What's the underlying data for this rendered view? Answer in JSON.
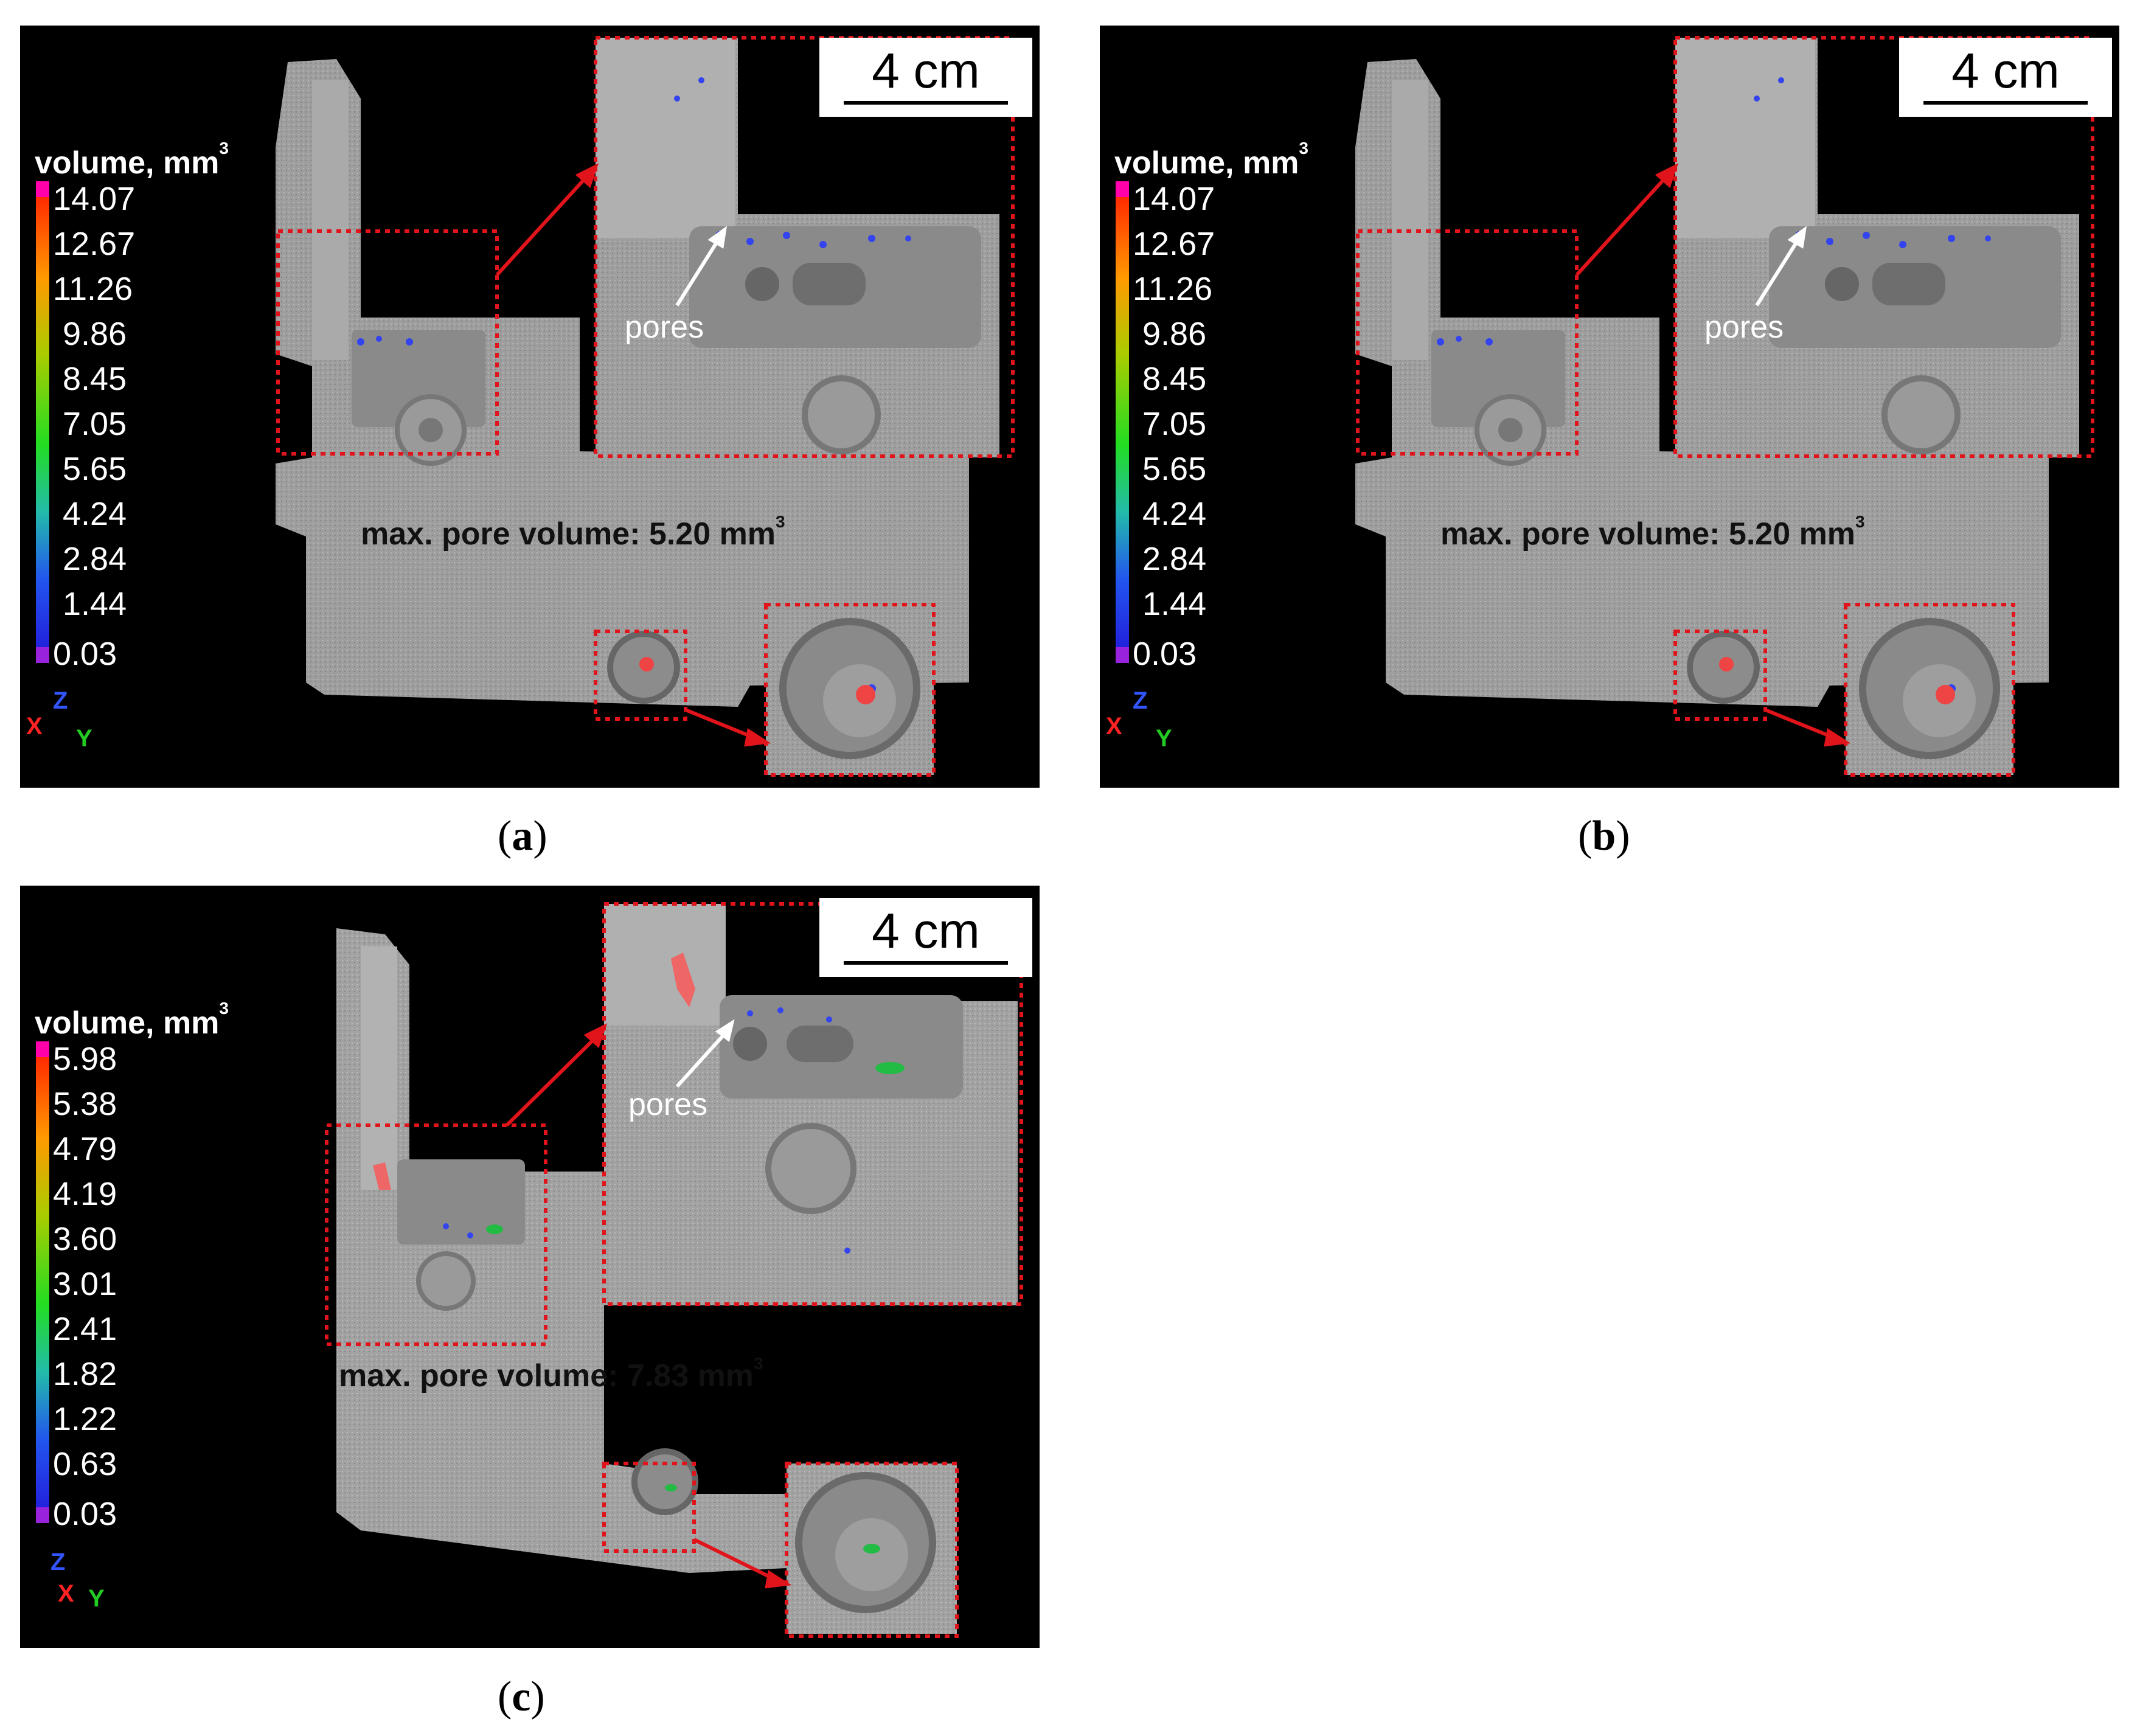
{
  "panels": [
    {
      "id": "a",
      "caption_letter": "a",
      "colorbar": {
        "title": "volume, mm",
        "title_sup": "3",
        "labels": [
          "14.07",
          "12.67",
          "11.26",
          "9.86",
          "8.45",
          "7.05",
          "5.65",
          "4.24",
          "2.84",
          "1.44",
          "0.03"
        ]
      },
      "scale_bar": "4 cm",
      "max_pore_volume": "max. pore volume: 5.20 mm",
      "max_pore_sup": "3",
      "pores_label": "pores",
      "axes": {
        "x": "X",
        "y": "Y",
        "z": "Z"
      }
    },
    {
      "id": "b",
      "caption_letter": "b",
      "colorbar": {
        "title": "volume, mm",
        "title_sup": "3",
        "labels": [
          "14.07",
          "12.67",
          "11.26",
          "9.86",
          "8.45",
          "7.05",
          "5.65",
          "4.24",
          "2.84",
          "1.44",
          "0.03"
        ]
      },
      "scale_bar": "4 cm",
      "max_pore_volume": "max. pore volume: 5.20 mm",
      "max_pore_sup": "3",
      "pores_label": "pores",
      "axes": {
        "x": "X",
        "y": "Y",
        "z": "Z"
      }
    },
    {
      "id": "c",
      "caption_letter": "c",
      "colorbar": {
        "title": "volume, mm",
        "title_sup": "3",
        "labels": [
          "5.98",
          "5.38",
          "4.79",
          "4.19",
          "3.60",
          "3.01",
          "2.41",
          "1.82",
          "1.22",
          "0.63",
          "0.03"
        ]
      },
      "scale_bar": "4 cm",
      "max_pore_volume": "max. pore volume: 7.83 mm",
      "max_pore_sup": "3",
      "pores_label": "pores",
      "axes": {
        "x": "X",
        "y": "Y",
        "z": "Z"
      }
    }
  ],
  "colors": {
    "background": "#000000",
    "part_gray": "#9c9c9c",
    "highlight_box": "#e0141a",
    "colormap_top": "#ff3300",
    "colormap_mid": "#22dd22",
    "colormap_bottom": "#2222dd",
    "cap_top": "#ff00aa",
    "cap_bottom": "#9922dd"
  }
}
